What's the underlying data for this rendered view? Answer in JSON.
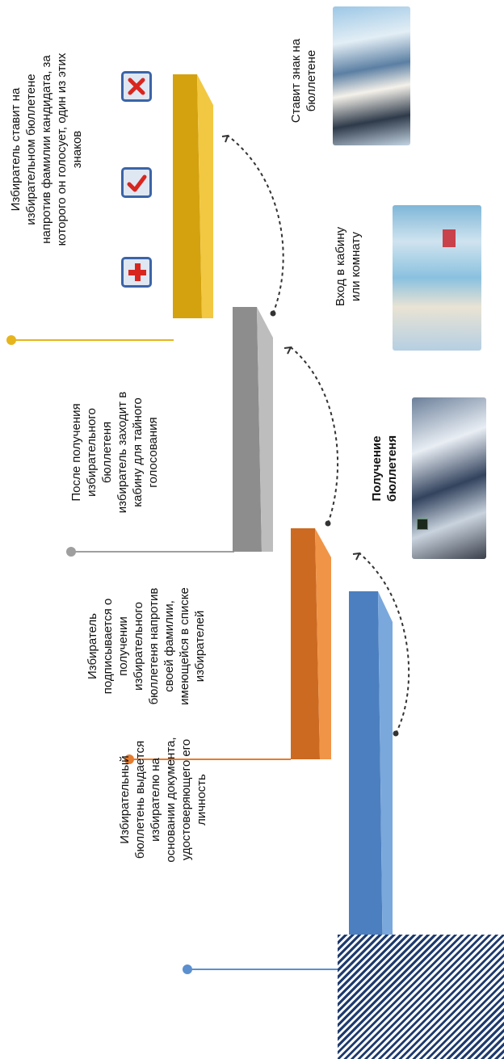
{
  "steps": [
    {
      "id": "step1",
      "color": "#5b8fcf",
      "text": "Избирательный\nбюллетень выдается\nизбирателю на\nосновании документа,\nудостоверяющего его\nличность"
    },
    {
      "id": "step2",
      "color": "#e57c2e",
      "text": "Избиратель\nподписывается о\nполучении\nизбирательного\nбюллетеня напротив\nсвоей фамилии,\nимеющейся в списке\nизбирателей"
    },
    {
      "id": "step3",
      "color": "#9f9f9f",
      "text": "После получения\nизбирательного\nбюллетеня\nизбиратель заходит в\nкабину для тайного\nголосования"
    },
    {
      "id": "step4",
      "color": "#e6b41c",
      "text": "Избиратель ставит на\nизбирательном бюллетене\nнапротив фамилии кандидата, за\nкоторого он голосует, один из этих\nзнаков"
    }
  ],
  "photos": [
    {
      "id": "photo-ballot",
      "caption": "Получение\nбюллетеня"
    },
    {
      "id": "photo-booth",
      "caption": "Вход в кабину\nили комнату"
    },
    {
      "id": "photo-mark",
      "caption": "Ставит знак на\nбюллетене"
    }
  ],
  "signs": [
    "plus-sign-icon",
    "check-sign-icon",
    "cross-sign-icon"
  ]
}
